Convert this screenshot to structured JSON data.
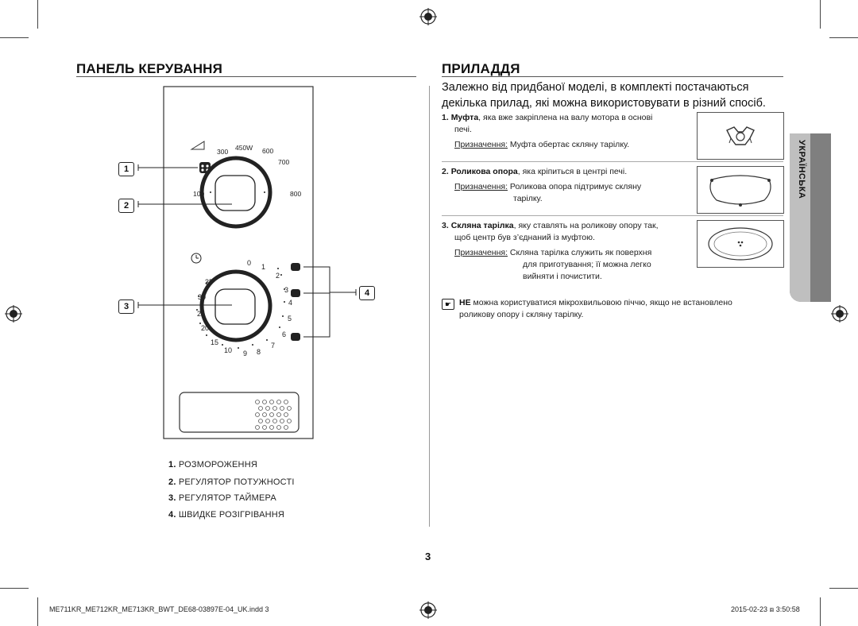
{
  "left": {
    "title": "ПАНЕЛЬ КЕРУВАННЯ",
    "callouts": [
      "1",
      "2",
      "3",
      "4"
    ],
    "power_dial": {
      "labels": [
        "100",
        "300",
        "450W",
        "600",
        "700",
        "800"
      ]
    },
    "timer_dial": {
      "labels": [
        "0",
        "1",
        "2",
        "3",
        "4",
        "5",
        "6",
        "7",
        "8",
        "9",
        "10",
        "15",
        "20",
        "25",
        "30",
        "35"
      ]
    },
    "legend": [
      {
        "num": "1.",
        "text": "РОЗМОРОЖЕННЯ"
      },
      {
        "num": "2.",
        "text": "РЕГУЛЯТОР ПОТУЖНОСТІ"
      },
      {
        "num": "3.",
        "text": "РЕГУЛЯТОР ТАЙМЕРА"
      },
      {
        "num": "4.",
        "text": "ШВИДКЕ РОЗІГРІВАННЯ"
      }
    ]
  },
  "right": {
    "title": "ПРИЛАДДЯ",
    "intro_line1": "Залежно від придбаної моделі, в комплекті постачаються",
    "intro_line2": "декілька прилад, які можна використовувати в різний спосіб.",
    "items": [
      {
        "num": "1.",
        "name": "Муфта",
        "desc1": ", яка вже закріплена на валу мотора в основі",
        "desc2": "печі.",
        "purpose_label": "Призначення:",
        "purpose1": " Муфта обертає скляну тарілку.",
        "purpose2": ""
      },
      {
        "num": "2.",
        "name": "Роликова опора",
        "desc1": ", яка кріпиться в центрі печі.",
        "desc2": "",
        "purpose_label": "Призначення:",
        "purpose1": " Роликова опора підтримує скляну",
        "purpose2": "тарілку."
      },
      {
        "num": "3.",
        "name": "Скляна тарілка",
        "desc1": ", яку ставлять на роликову опору так,",
        "desc2": "щоб центр був з’єднаний із муфтою.",
        "purpose_label": "Призначення:",
        "purpose1": " Скляна тарілка служить як поверхня",
        "purpose2": "для приготування; її можна легко",
        "purpose3": "вийняти і почистити."
      }
    ],
    "note_bold": "НЕ",
    "note_text1": " можна користуватися мікрохвильовою піччю, якщо не встановлено",
    "note_text2": "роликову опору і скляну тарілку."
  },
  "side_tab": "УКРАЇНСЬКА",
  "page_number": "3",
  "footer": {
    "left": "ME711KR_ME712KR_ME713KR_BWT_DE68-03897E-04_UK.indd   3",
    "right": "2015-02-23   ⧈ 3:50:58"
  }
}
